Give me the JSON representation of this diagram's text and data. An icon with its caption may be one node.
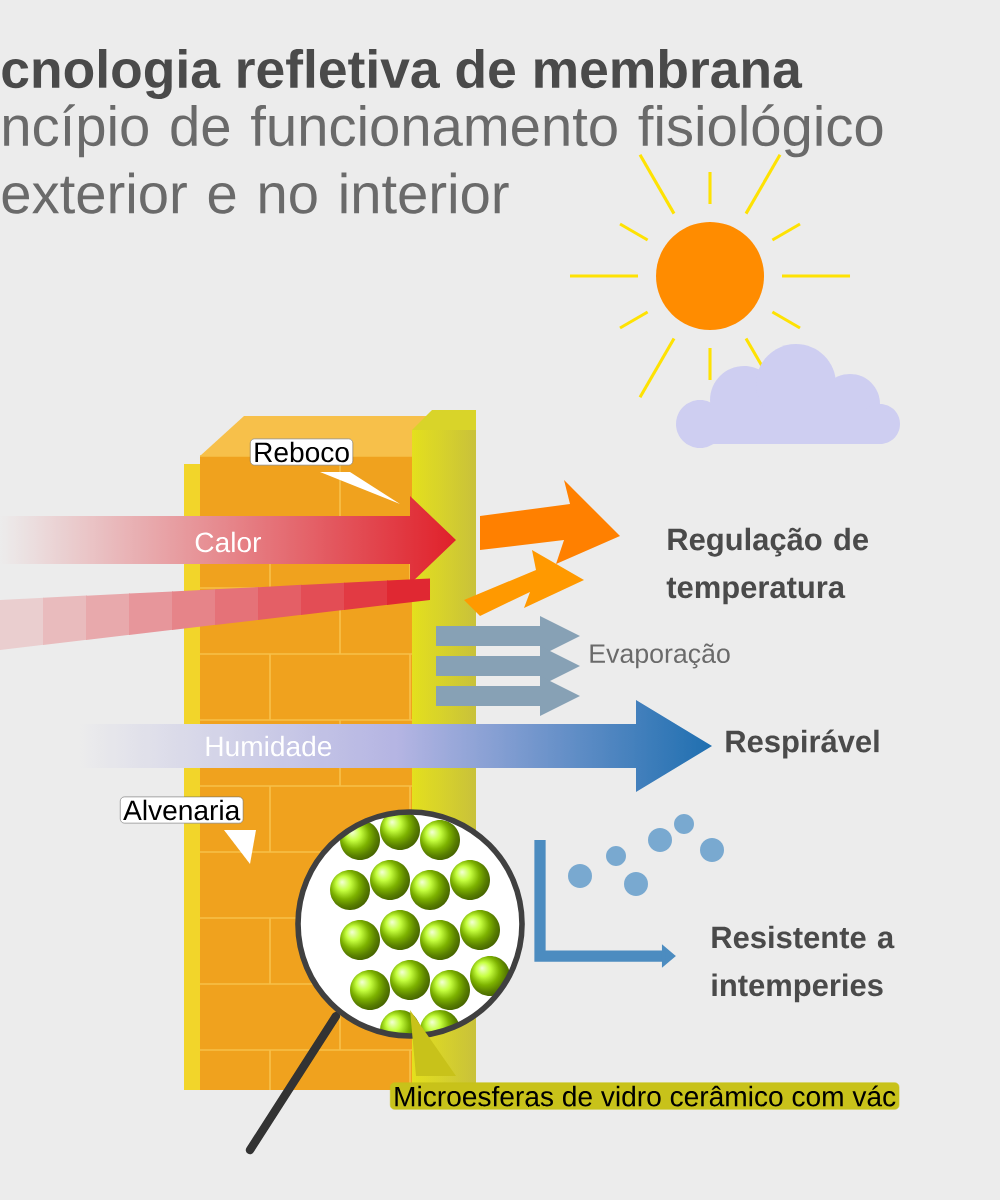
{
  "diagram": {
    "title": "cnologia refletiva de membrana",
    "nodes": [
      {
        "text": [
          "Reboco"
        ]
      },
      {
        "text": [
          "Alvenaria"
        ]
      },
      {
        "text": [
          "Microesferas de vidro cerâmico com vác"
        ]
      }
    ],
    "labels": [
      "ncípio de funcionamento fisiológico exterior e no interior",
      "Calor",
      "Humidade",
      "Regulação de temperatura",
      "Evaporação",
      "Respirável",
      "Resistente a intemperies"
    ]
  }
}
